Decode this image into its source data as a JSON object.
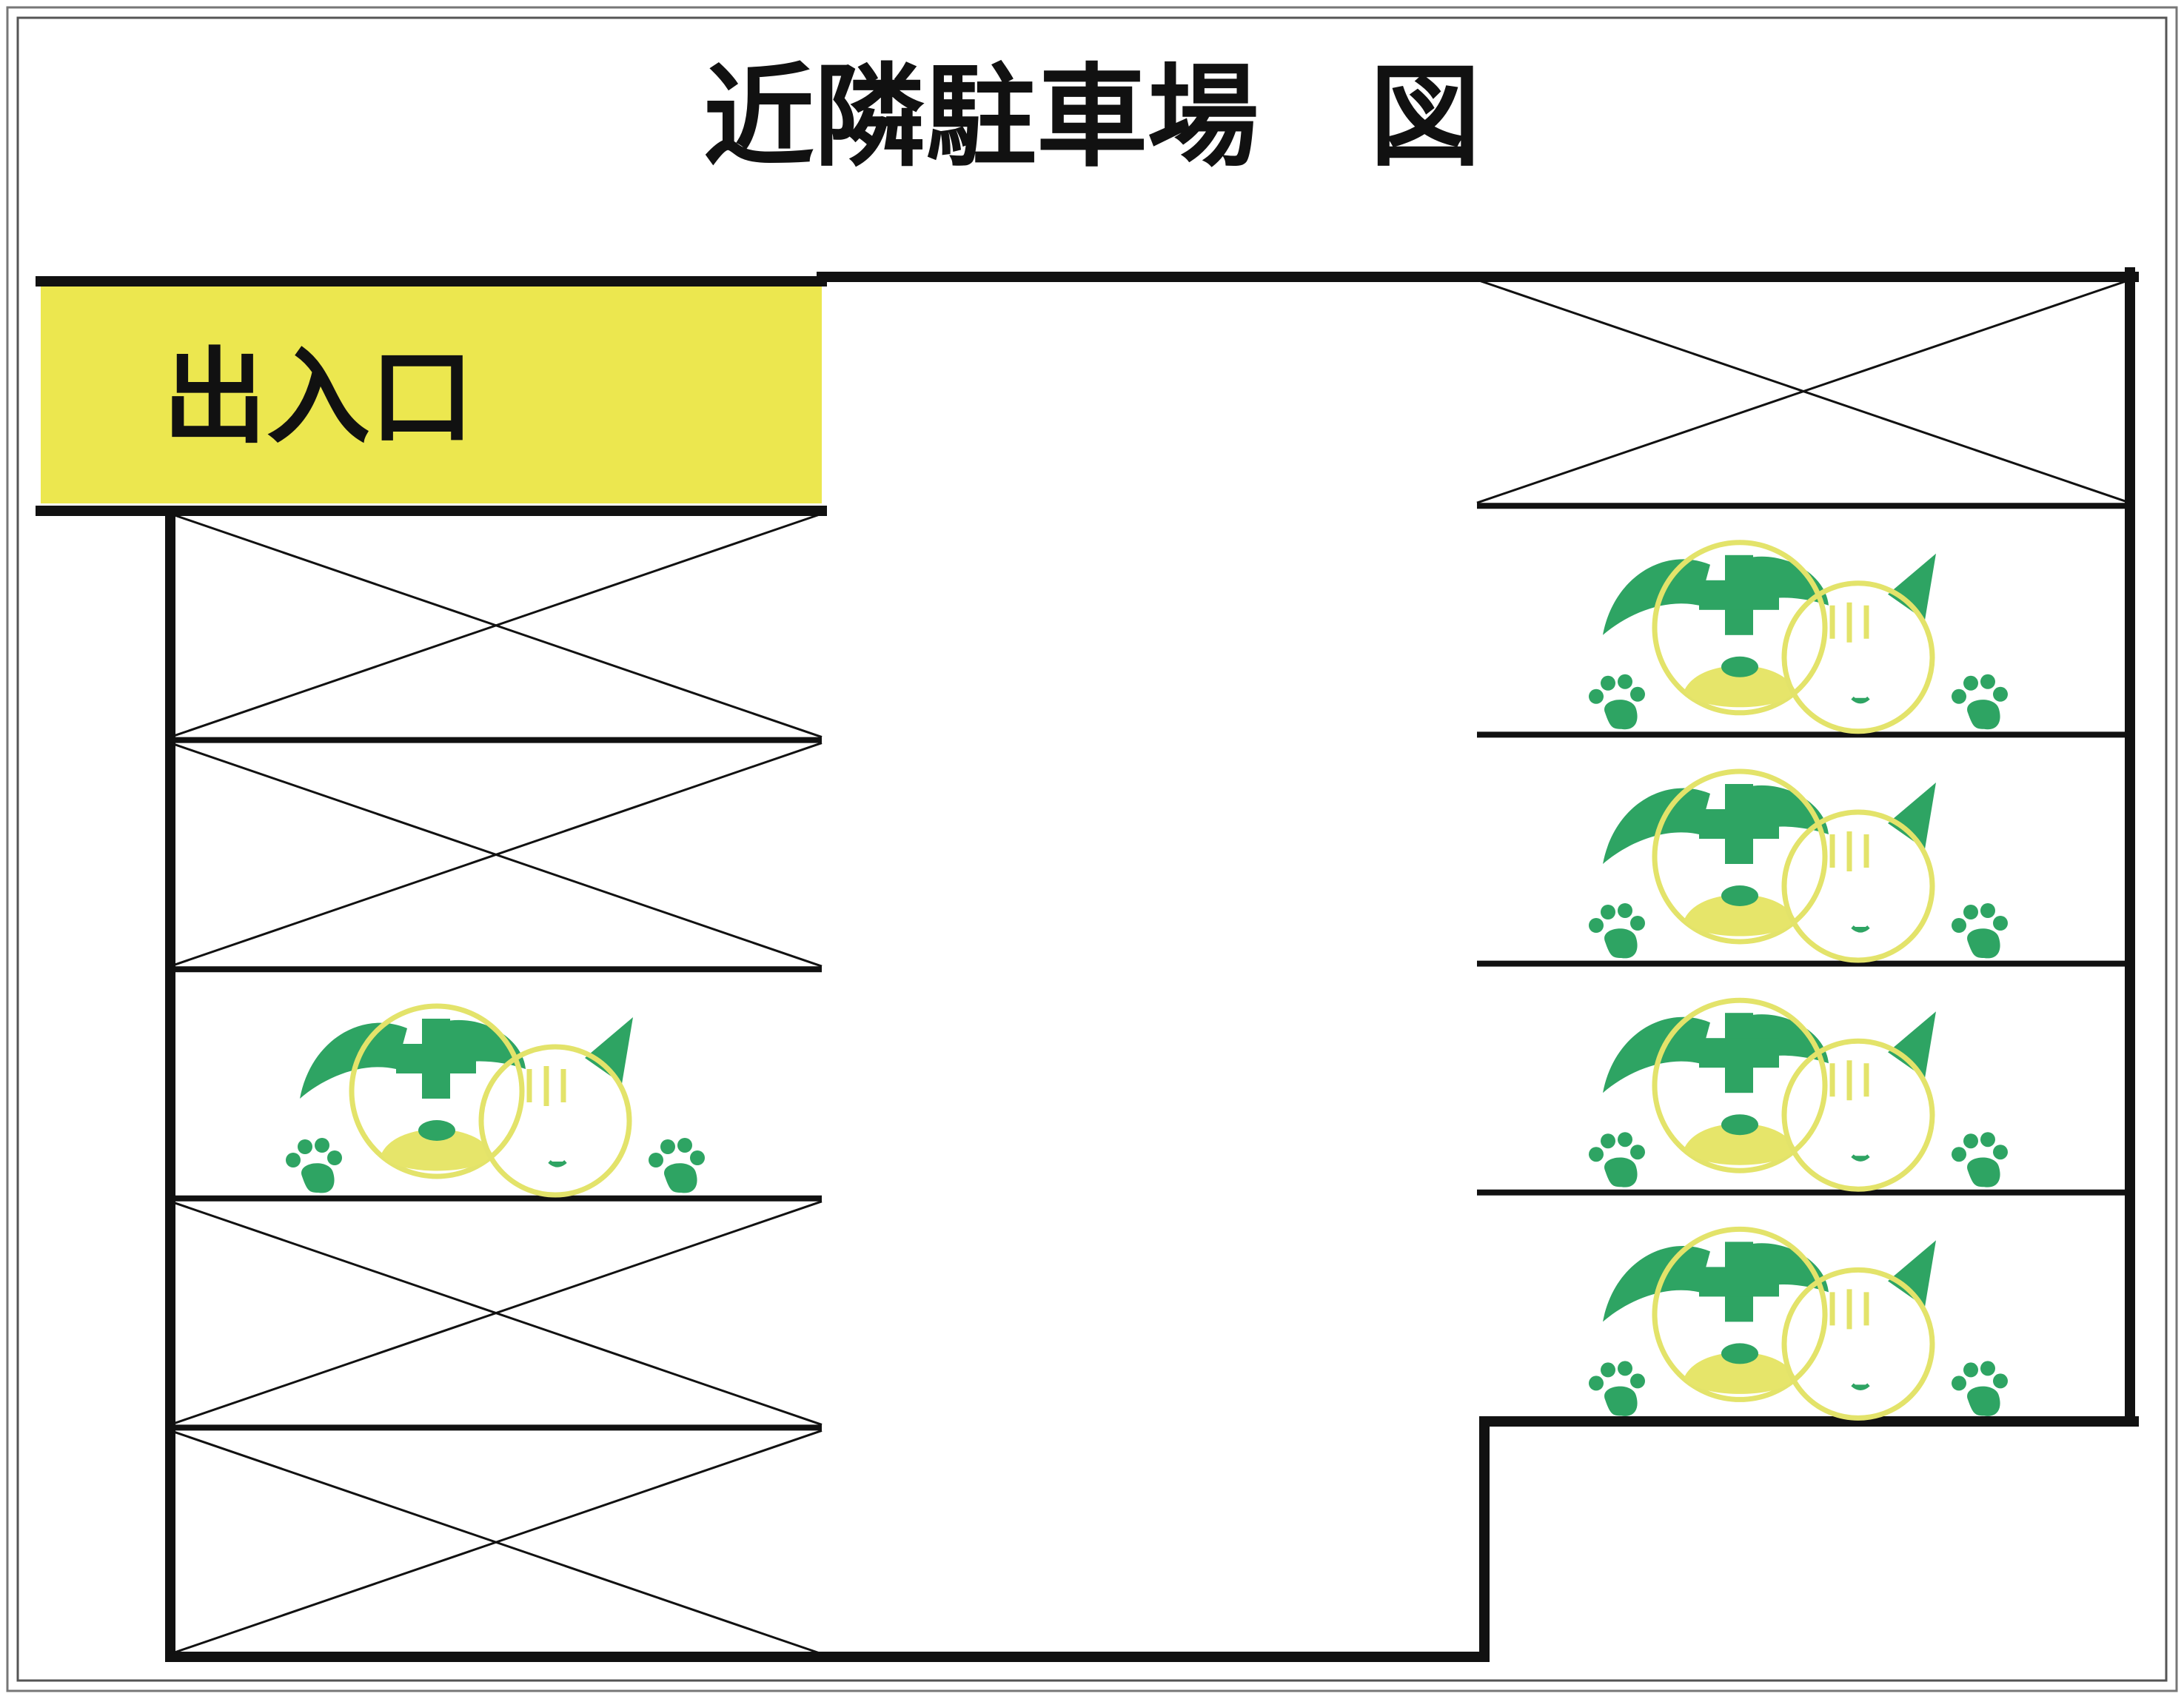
{
  "title": "近隣駐車場　図",
  "entrance": {
    "label": "出入口"
  },
  "colors": {
    "line": "#111111",
    "entrance_fill": "#ece74f",
    "logo_green": "#2ea463",
    "logo_yellow": "#e6e56a",
    "logo_yellow_outline": "#e3e36a",
    "background": "#ffffff"
  },
  "legend_icons": {
    "unavailable_space": "x-cross-icon",
    "clinic_space": "pet-clinic-logo-icon"
  },
  "spaces": {
    "left_column": [
      {
        "status": "unavailable"
      },
      {
        "status": "unavailable"
      },
      {
        "status": "clinic"
      },
      {
        "status": "unavailable"
      },
      {
        "status": "unavailable"
      }
    ],
    "right_column": [
      {
        "status": "unavailable"
      },
      {
        "status": "clinic"
      },
      {
        "status": "clinic"
      },
      {
        "status": "clinic"
      },
      {
        "status": "clinic"
      }
    ]
  }
}
